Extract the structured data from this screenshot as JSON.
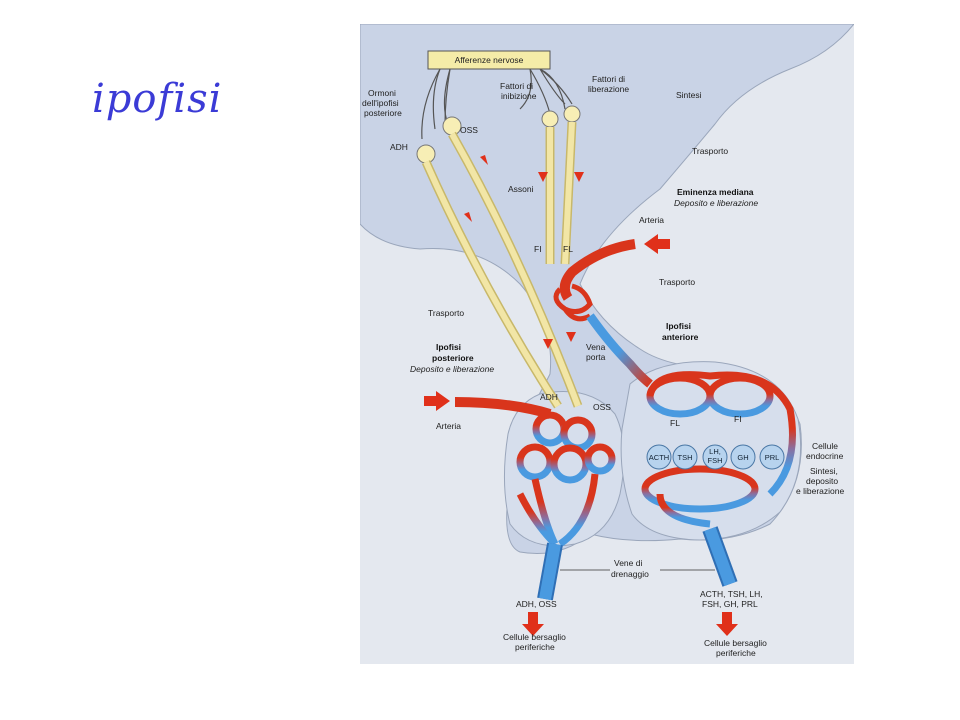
{
  "slide": {
    "title": "ipofisi"
  },
  "diagram": {
    "header_box": "Afferenze nervose",
    "labels": {
      "ormoni_1": "Ormoni",
      "ormoni_2": "dell'ipofisi",
      "ormoni_3": "posteriore",
      "fattori_inib_1": "Fattori di",
      "fattori_inib_2": "inibizione",
      "fattori_lib_1": "Fattori di",
      "fattori_lib_2": "liberazione",
      "sintesi": "Sintesi",
      "trasporto_top": "Trasporto",
      "adh_top": "ADH",
      "oss_top": "OSS",
      "assoni": "Assoni",
      "eminenza": "Eminenza mediana",
      "eminenza_sub": "Deposito e liberazione",
      "arteria_right": "Arteria",
      "fi_top": "FI",
      "fl_top": "FL",
      "trasporto_mid": "Trasporto",
      "trasporto_left": "Trasporto",
      "ipofisi_ant_1": "Ipofisi",
      "ipofisi_ant_2": "anteriore",
      "ipofisi_post_1": "Ipofisi",
      "ipofisi_post_2": "posteriore",
      "ipofisi_post_sub": "Deposito e liberazione",
      "vena_1": "Vena",
      "vena_2": "porta",
      "adh_low": "ADH",
      "oss_low": "OSS",
      "arteria_left": "Arteria",
      "fl_low": "FL",
      "fi_low": "FI",
      "cellule_1": "Cellule",
      "cellule_2": "endocrine",
      "sintesi2_1": "Sintesi,",
      "sintesi2_2": "deposito",
      "sintesi2_3": "e liberazione",
      "vene_1": "Vene di",
      "vene_2": "drenaggio",
      "out_left": "ADH, OSS",
      "out_right_1": "ACTH, TSH, LH,",
      "out_right_2": "FSH, GH, PRL",
      "target_left_1": "Cellule bersaglio",
      "target_left_2": "periferiche",
      "target_right_1": "Cellule bersaglio",
      "target_right_2": "periferiche"
    },
    "cells": [
      {
        "line1": "ACTH",
        "line2": ""
      },
      {
        "line1": "TSH",
        "line2": ""
      },
      {
        "line1": "LH,",
        "line2": "FSH"
      },
      {
        "line1": "GH",
        "line2": ""
      },
      {
        "line1": "PRL",
        "line2": ""
      }
    ],
    "colors": {
      "artery": "#d9351c",
      "vein": "#4a9ae0",
      "axon": "#f2e6a6",
      "tissue": "#c9d3e6",
      "background": "#e4e8ef",
      "cell": "#b7d3ee",
      "title": "#3b3bd6"
    }
  }
}
